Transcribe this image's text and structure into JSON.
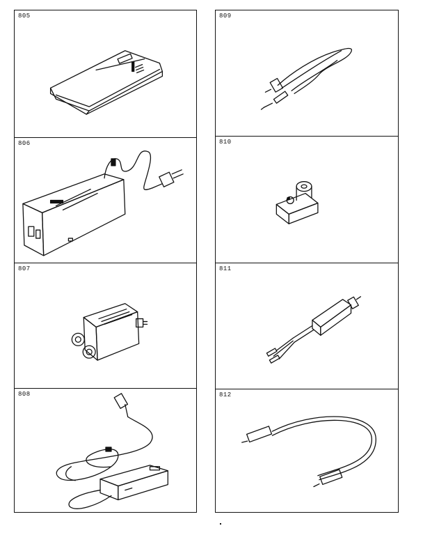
{
  "sheet": {
    "left_column": [
      {
        "id": "805",
        "icon": "remote-control-icon"
      },
      {
        "id": "806",
        "icon": "ac-adapter-icon"
      },
      {
        "id": "807",
        "icon": "antenna-splitter-icon"
      },
      {
        "id": "808",
        "icon": "rf-converter-icon"
      }
    ],
    "right_column": [
      {
        "id": "809",
        "icon": "audio-cable-icon"
      },
      {
        "id": "810",
        "icon": "rf-adapter-plug-icon"
      },
      {
        "id": "811",
        "icon": "matching-transformer-icon"
      },
      {
        "id": "812",
        "icon": "coaxial-cable-icon"
      }
    ]
  }
}
